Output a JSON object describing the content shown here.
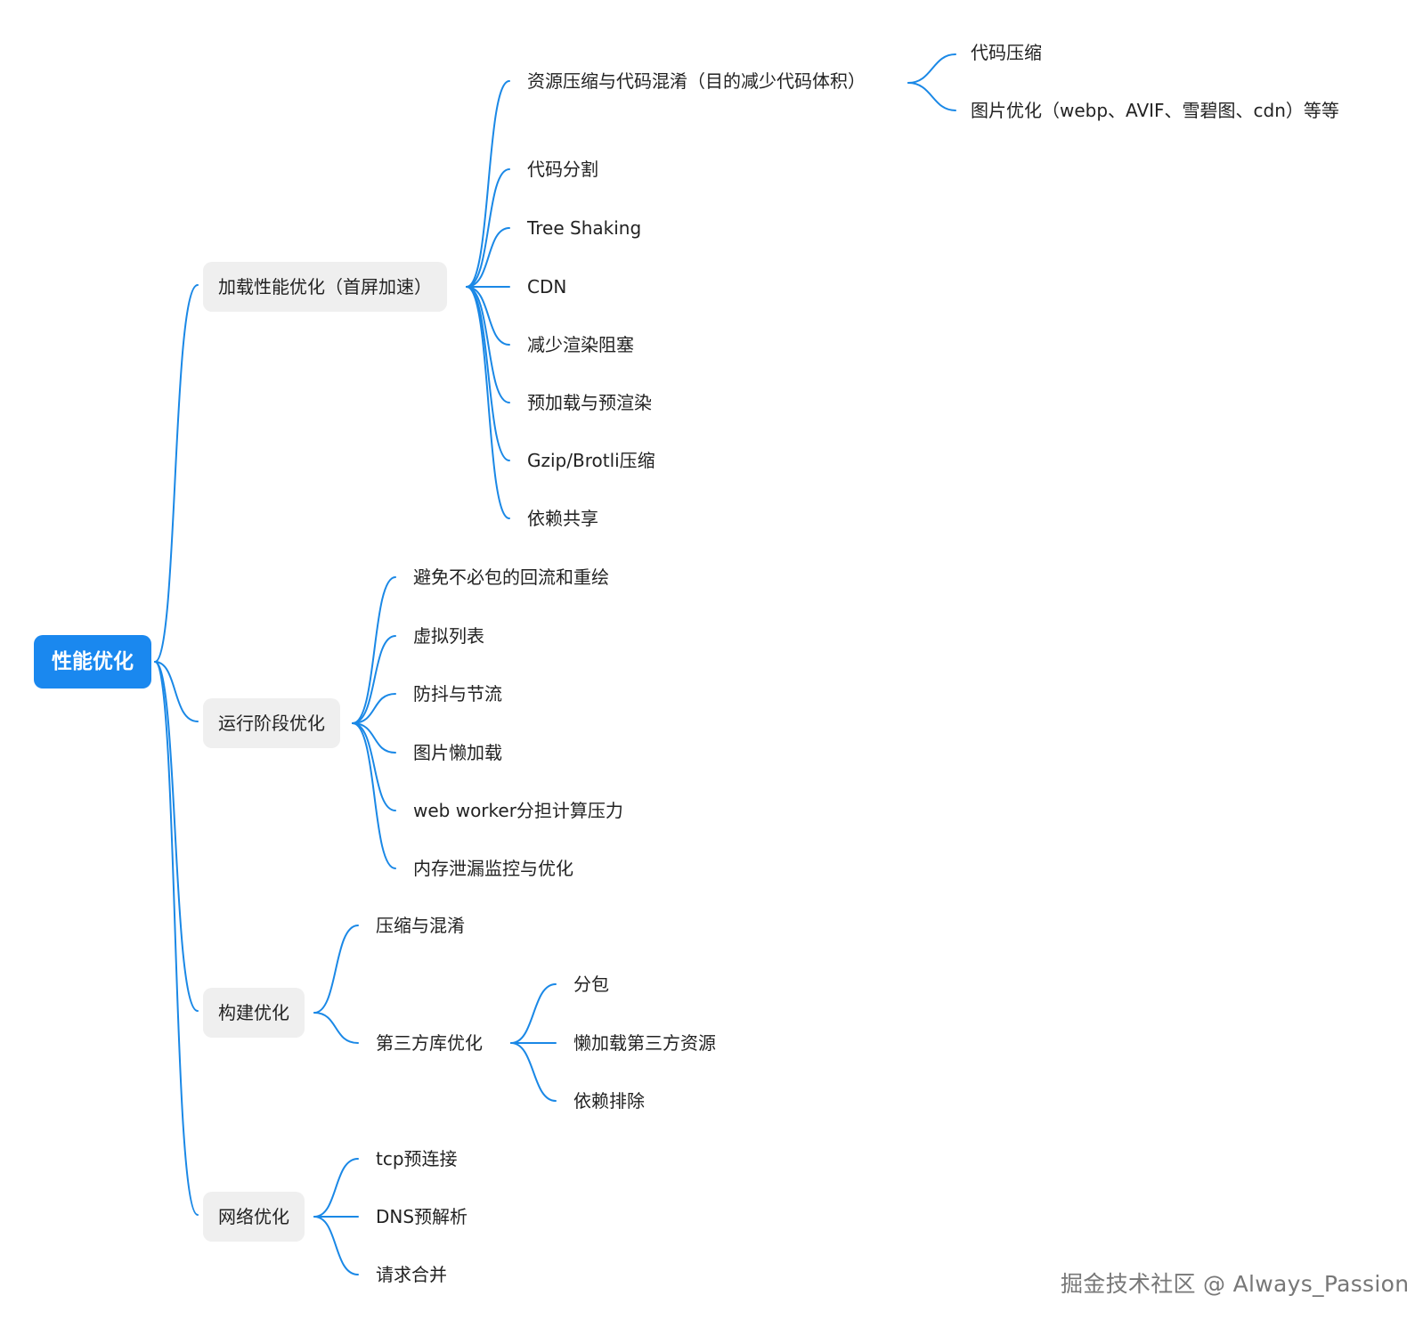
{
  "root": {
    "label": "性能优化"
  },
  "branches": [
    {
      "label": "加载性能优化（首屏加速）",
      "children": [
        {
          "label": "资源压缩与代码混淆（目的减少代码体积）",
          "children": [
            {
              "label": "代码压缩"
            },
            {
              "label": "图片优化（webp、AVIF、雪碧图、cdn）等等"
            }
          ]
        },
        {
          "label": "代码分割"
        },
        {
          "label": "Tree Shaking"
        },
        {
          "label": "CDN"
        },
        {
          "label": "减少渲染阻塞"
        },
        {
          "label": "预加载与预渲染"
        },
        {
          "label": "Gzip/Brotli压缩"
        },
        {
          "label": "依赖共享"
        }
      ]
    },
    {
      "label": "运行阶段优化",
      "children": [
        {
          "label": "避免不必包的回流和重绘"
        },
        {
          "label": "虚拟列表"
        },
        {
          "label": "防抖与节流"
        },
        {
          "label": "图片懒加载"
        },
        {
          "label": "web worker分担计算压力"
        },
        {
          "label": "内存泄漏监控与优化"
        }
      ]
    },
    {
      "label": "构建优化",
      "children": [
        {
          "label": "压缩与混淆"
        },
        {
          "label": "第三方库优化",
          "children": [
            {
              "label": "分包"
            },
            {
              "label": "懒加载第三方资源"
            },
            {
              "label": "依赖排除"
            }
          ]
        }
      ]
    },
    {
      "label": "网络优化",
      "children": [
        {
          "label": "tcp预连接"
        },
        {
          "label": "DNS预解析"
        },
        {
          "label": "请求合并"
        }
      ]
    }
  ],
  "watermark": "掘金技术社区 @ Always_Passion",
  "colors": {
    "accent": "#1a88ef",
    "link": "#1a88e6",
    "node_bg": "#efefef"
  }
}
